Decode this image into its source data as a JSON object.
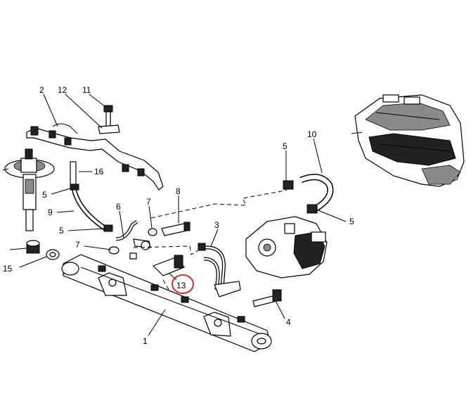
{
  "callouts": [
    {
      "id": "c1",
      "text": "1"
    },
    {
      "id": "c2",
      "text": "2"
    },
    {
      "id": "c3",
      "text": "3"
    },
    {
      "id": "c4",
      "text": "4"
    },
    {
      "id": "c5a",
      "text": "5"
    },
    {
      "id": "c5b",
      "text": "5"
    },
    {
      "id": "c5c",
      "text": "5"
    },
    {
      "id": "c5d",
      "text": "5"
    },
    {
      "id": "c6",
      "text": "6"
    },
    {
      "id": "c7a",
      "text": "7"
    },
    {
      "id": "c7b",
      "text": "7"
    },
    {
      "id": "c8",
      "text": "8"
    },
    {
      "id": "c9",
      "text": "9"
    },
    {
      "id": "c10",
      "text": "10"
    },
    {
      "id": "c11",
      "text": "11"
    },
    {
      "id": "c12",
      "text": "12"
    },
    {
      "id": "c13",
      "text": "13"
    },
    {
      "id": "c15",
      "text": "15"
    },
    {
      "id": "c16",
      "text": "16"
    }
  ],
  "highlight": {
    "callout": "c13",
    "color": "#d92b2b"
  }
}
